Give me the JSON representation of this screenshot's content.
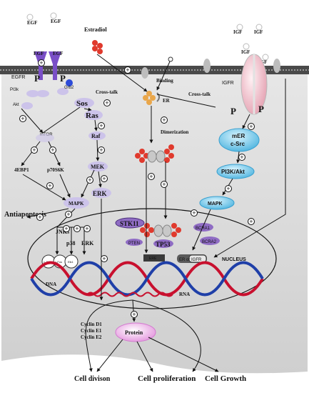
{
  "labels": {
    "egf_1": "EGF",
    "egf_2": "EGF",
    "egf_3": "EGF",
    "egf_4": "EGF",
    "igf_1": "IGF",
    "igf_2": "IGF",
    "igf_3": "IGF",
    "igf_4": "IGF",
    "egfr": "EGFR",
    "igfr": "IGFR",
    "estradiol": "Estradiol",
    "binding": "Binding",
    "er": "ER",
    "crosstalk_1": "Cross-talk",
    "crosstalk_2": "Cross-talk",
    "dimerization": "Dimerization",
    "p_1": "P",
    "p_2": "P",
    "p_3": "P",
    "p_4": "P",
    "pi3k": "PI3k",
    "akt": "Akt",
    "grb2": "Grb2",
    "sos": "Sos",
    "ras": "Ras",
    "raf": "Raf",
    "mek": "MEK",
    "erk": "ERK",
    "mtor": "mTOR",
    "ebp1": "4EBP1",
    "p70s6k": "p70S6K",
    "mapk_left": "MAPK",
    "mapk_right": "MAPK",
    "mer_csrc_1": "mER",
    "mer_csrc_2": "c-Src",
    "pi3k_akt": "PI3K/Akt",
    "antiapoptosis": "Antiapoptosis",
    "jnks": "JNKs",
    "p38": "p38",
    "erk_small": "ERK",
    "circle_1": "c-JUN",
    "circle_2": "c-Fos",
    "circle_3": "Elk1",
    "stk11": "STK11",
    "pten": "PTEN",
    "tp53": "TP53",
    "brca1": "BCRA1",
    "brca2": "BCRA2",
    "ere": "ERE",
    "er_or_igfr_1": "ER or",
    "er_or_igfr_2": "IGFR",
    "nucleus": "NUCLEUS",
    "dna": "DNA",
    "rna": "RNA",
    "cyclin_d1": "Cyclin D1",
    "cyclin_e1": "Cyclin E1",
    "cyclin_e2": "Cyclin E2",
    "protein": "Protein",
    "cell_division": "Cell divison",
    "cell_proliferation": "Cell proliferation",
    "cell_growth": "Cell Growth",
    "plus": "+"
  },
  "colors": {
    "membrane": "#333333",
    "cytoplasm": "#d6d6d6",
    "egfr_receptor": "#7a4fc7",
    "protein_node": "#ccc3ea",
    "blue_node": "#9fdcf2",
    "estradiol_red": "#e03a2d",
    "dna_red": "#c8102e",
    "dna_blue": "#1f3fa8",
    "igfr_pink": "#f2c9d3",
    "purple_protein": "#8f6cc4"
  },
  "icons": [
    "estradiol-molecule-icon",
    "dimer-icon",
    "dna-helix-icon",
    "rna-strand-icon"
  ]
}
